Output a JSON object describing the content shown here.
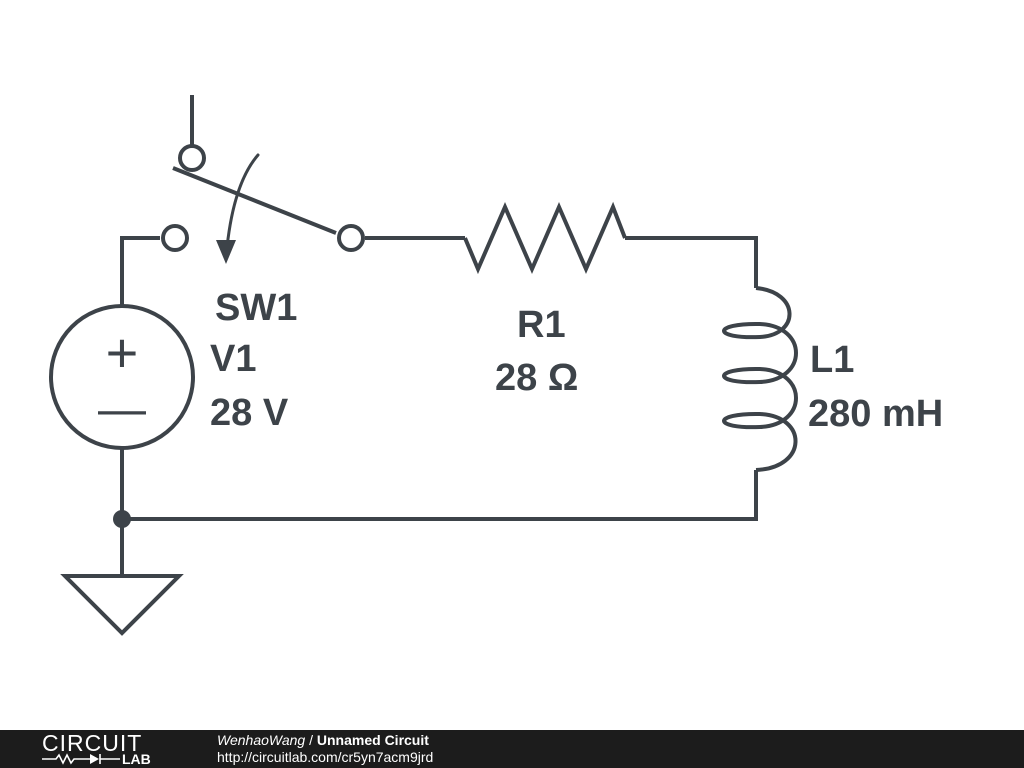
{
  "components": {
    "switch": {
      "ref": "SW1"
    },
    "source": {
      "ref": "V1",
      "value": "28 V",
      "plus": "+",
      "minus": "—"
    },
    "resistor": {
      "ref": "R1",
      "value": "28 Ω"
    },
    "inductor": {
      "ref": "L1",
      "value": "280 mH"
    }
  },
  "footer": {
    "logo_top": "CIRCUIT",
    "logo_bottom": "LAB",
    "author": "WenhaoWang",
    "separator": " / ",
    "title": "Unnamed Circuit",
    "url": "http://circuitlab.com/cr5yn7acm9jrd"
  },
  "colors": {
    "ink": "#3d4349",
    "footer_bg": "#1c1c1c"
  }
}
